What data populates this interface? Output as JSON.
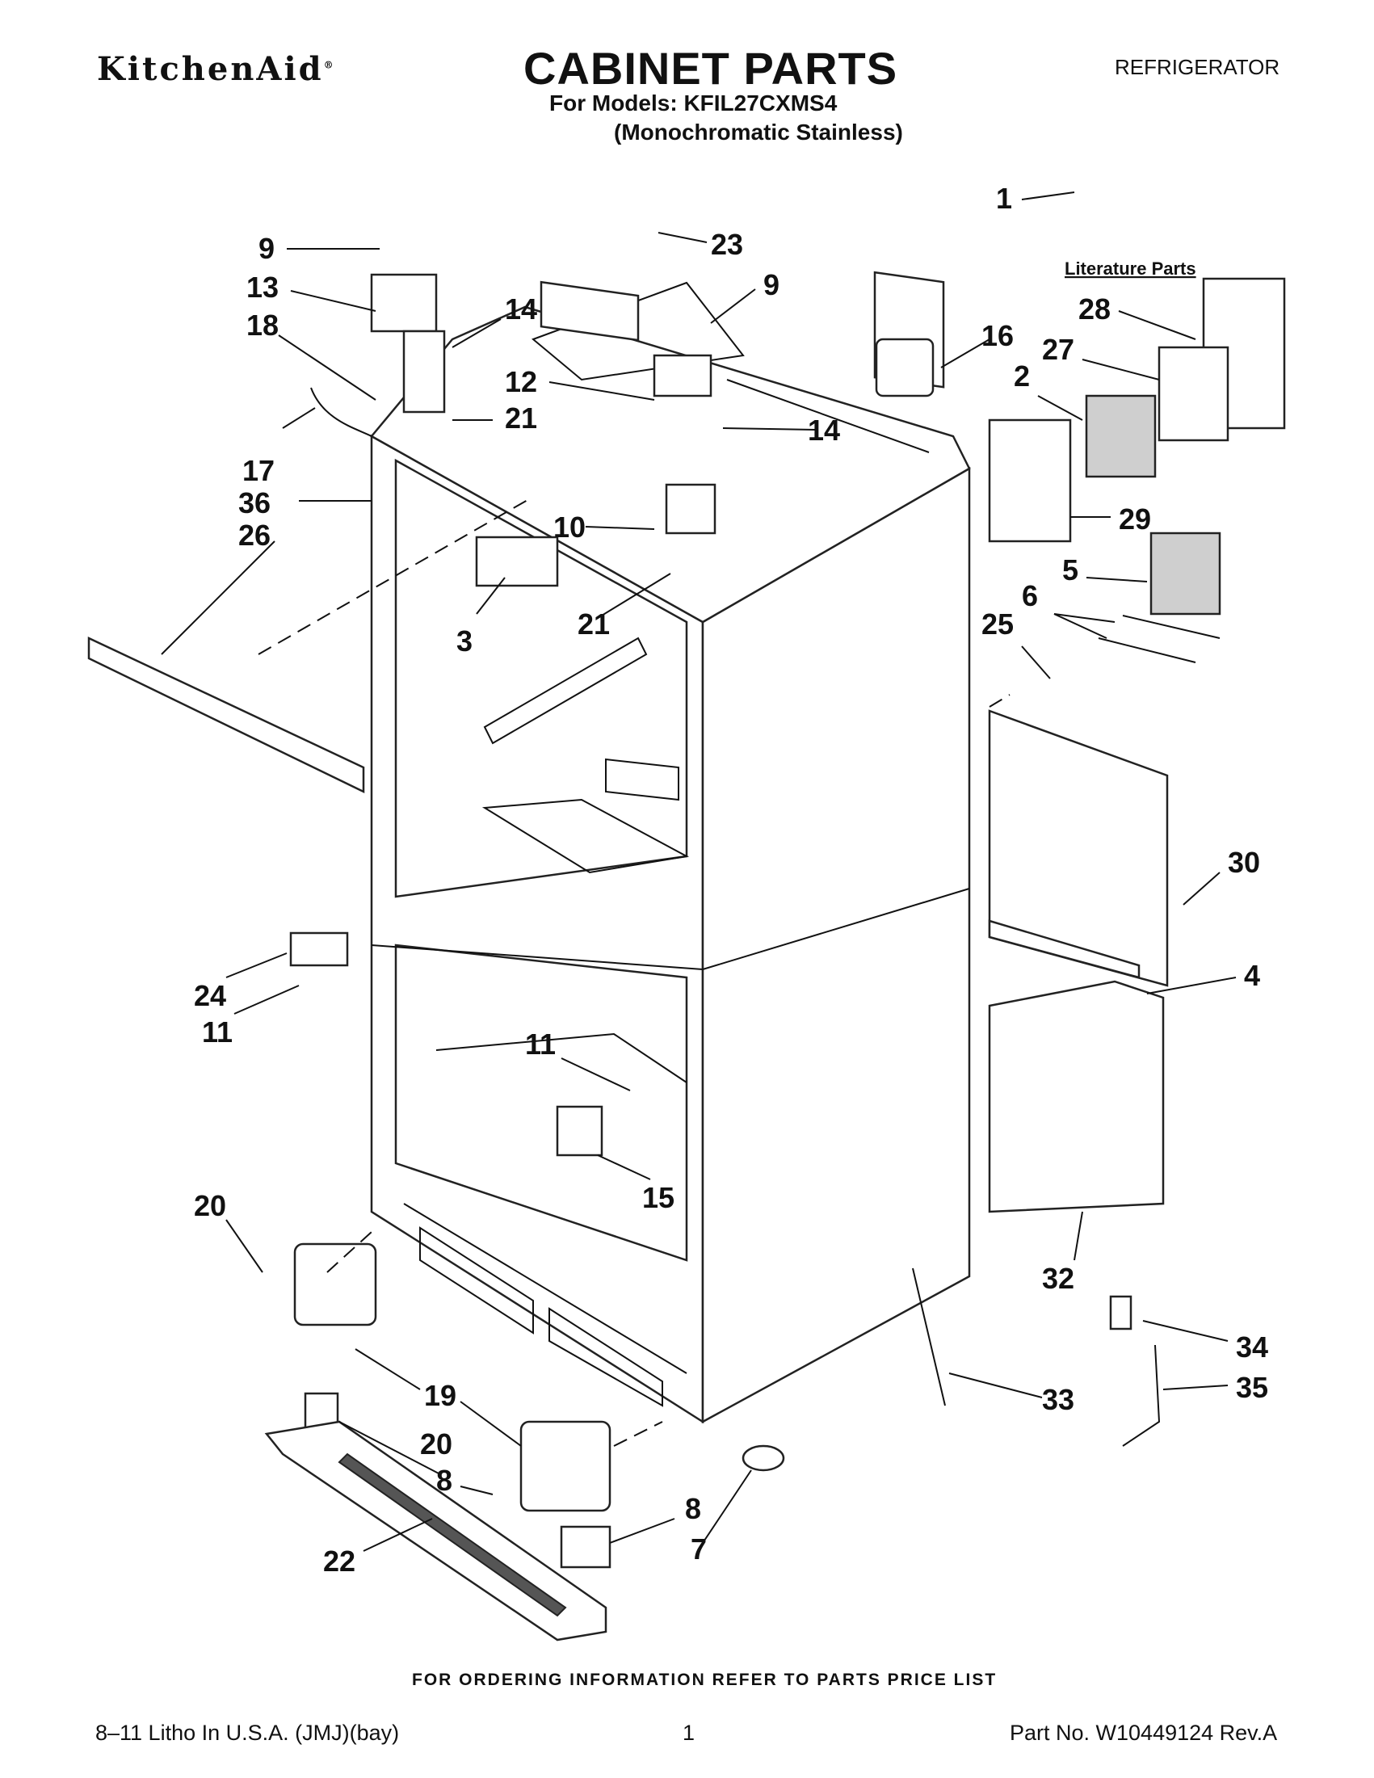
{
  "header": {
    "brand": "KitchenAid",
    "brand_mark": "®",
    "title": "CABINET PARTS",
    "category": "REFRIGERATOR",
    "models_line": "For Models: KFIL27CXMS4",
    "variant_line": "(Monochromatic Stainless)"
  },
  "literature_label": "Literature Parts",
  "callouts": [
    {
      "id": "c1",
      "label": "1"
    },
    {
      "id": "c2",
      "label": "2"
    },
    {
      "id": "c3",
      "label": "3"
    },
    {
      "id": "c4",
      "label": "4"
    },
    {
      "id": "c5",
      "label": "5"
    },
    {
      "id": "c6",
      "label": "6"
    },
    {
      "id": "c7",
      "label": "7"
    },
    {
      "id": "c8a",
      "label": "8"
    },
    {
      "id": "c8b",
      "label": "8"
    },
    {
      "id": "c9a",
      "label": "9"
    },
    {
      "id": "c9b",
      "label": "9"
    },
    {
      "id": "c10",
      "label": "10"
    },
    {
      "id": "c11a",
      "label": "11"
    },
    {
      "id": "c11b",
      "label": "11"
    },
    {
      "id": "c12",
      "label": "12"
    },
    {
      "id": "c13",
      "label": "13"
    },
    {
      "id": "c14a",
      "label": "14"
    },
    {
      "id": "c14b",
      "label": "14"
    },
    {
      "id": "c15",
      "label": "15"
    },
    {
      "id": "c16",
      "label": "16"
    },
    {
      "id": "c17",
      "label": "17"
    },
    {
      "id": "c18",
      "label": "18"
    },
    {
      "id": "c19",
      "label": "19"
    },
    {
      "id": "c20a",
      "label": "20"
    },
    {
      "id": "c20b",
      "label": "20"
    },
    {
      "id": "c21a",
      "label": "21"
    },
    {
      "id": "c21b",
      "label": "21"
    },
    {
      "id": "c22",
      "label": "22"
    },
    {
      "id": "c23",
      "label": "23"
    },
    {
      "id": "c24",
      "label": "24"
    },
    {
      "id": "c25",
      "label": "25"
    },
    {
      "id": "c26",
      "label": "26"
    },
    {
      "id": "c27",
      "label": "27"
    },
    {
      "id": "c28",
      "label": "28"
    },
    {
      "id": "c29",
      "label": "29"
    },
    {
      "id": "c30",
      "label": "30"
    },
    {
      "id": "c32",
      "label": "32"
    },
    {
      "id": "c33",
      "label": "33"
    },
    {
      "id": "c34",
      "label": "34"
    },
    {
      "id": "c35",
      "label": "35"
    },
    {
      "id": "c36",
      "label": "36"
    }
  ],
  "footer": {
    "ordering_note": "FOR ORDERING INFORMATION REFER TO PARTS PRICE LIST",
    "litho": "8–11 Litho In U.S.A. (JMJ)(bay)",
    "page": "1",
    "part_no": "Part No. W10449124 Rev.A"
  }
}
